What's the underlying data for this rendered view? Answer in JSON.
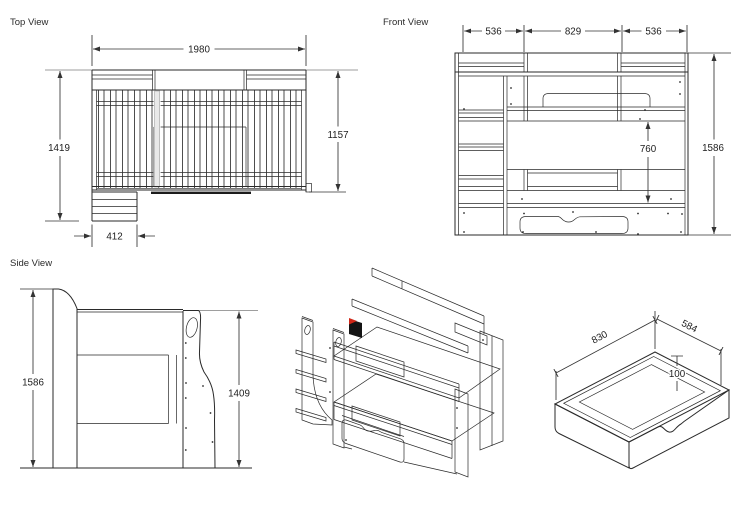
{
  "document": {
    "type": "furniture technical drawing",
    "unit_hint": "mm"
  },
  "colors": {
    "line": "#2a2a2a",
    "gray": "#9e9e9e",
    "red": "#d02718"
  },
  "views": {
    "top": {
      "label": "Top View",
      "dim_width": "1980",
      "dim_left_height": "1419",
      "dim_right_height": "1157",
      "dim_ladder": "412"
    },
    "front": {
      "label": "Front View",
      "dim_left": "536",
      "dim_mid": "829",
      "dim_right": "536",
      "dim_rail": "760",
      "dim_height": "1586"
    },
    "side": {
      "label": "Side View",
      "dim_height": "1586",
      "dim_post": "1409"
    },
    "drawer": {
      "dim_length": "830",
      "dim_width": "584",
      "dim_height": "100"
    }
  }
}
